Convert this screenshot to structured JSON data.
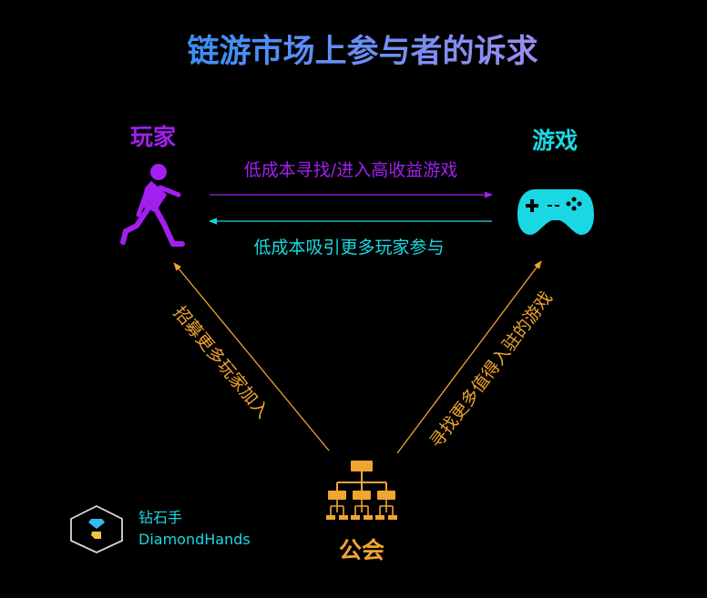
{
  "title": "链游市场上参与者的诉求",
  "nodes": {
    "player": {
      "label": "玩家",
      "icon": "running-person-icon"
    },
    "game": {
      "label": "游戏",
      "icon": "gamepad-icon"
    },
    "guild": {
      "label": "公会",
      "icon": "org-chart-icon"
    }
  },
  "edges": {
    "player_to_game": "低成本寻找/进入高收益游戏",
    "game_to_player": "低成本吸引更多玩家参与",
    "guild_to_player": "招募更多玩家加入",
    "guild_to_game": "寻找更多值得入驻的游戏"
  },
  "brand": {
    "name_cn": "钻石手",
    "name_en": "DiamondHands",
    "icon": "diamond-hands-logo-icon"
  },
  "colors": {
    "background": "#000000",
    "player": "#a31ff0",
    "game": "#1ad8e3",
    "guild": "#f0a531",
    "title_start": "#3b8ff5",
    "title_end": "#8f8ff0"
  }
}
